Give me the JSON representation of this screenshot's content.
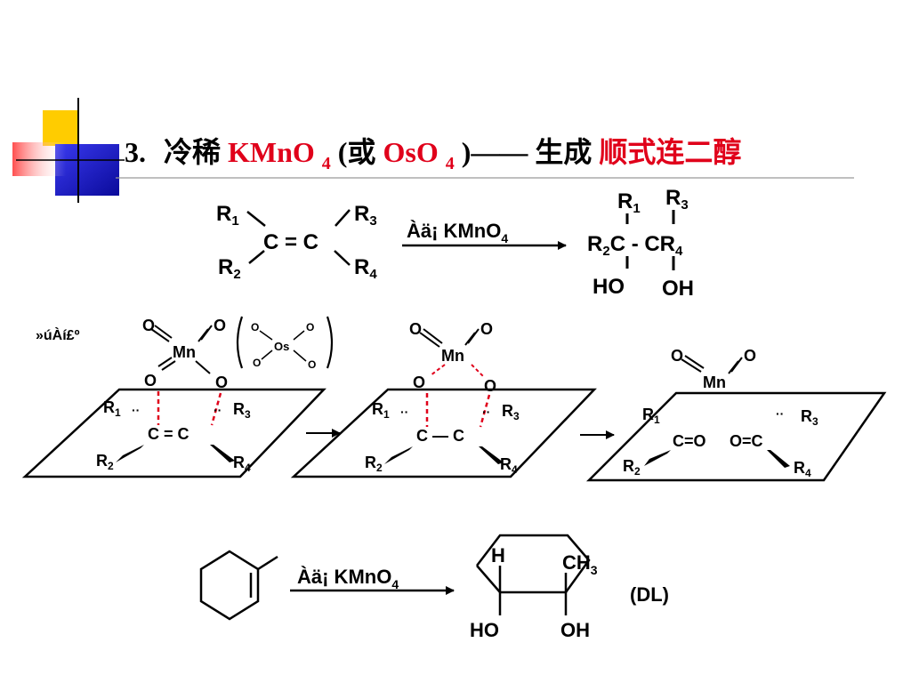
{
  "title": {
    "number": "3.",
    "prefix": "冷稀",
    "reagent": "KMnO",
    "reagent_sub": "4",
    "paren_open": "(或",
    "reagent2": "OsO",
    "reagent2_sub": "4",
    "paren_close": ")——",
    "verb": "生成",
    "product": "顺式连二醇"
  },
  "colors": {
    "accent_red": "#e0001a",
    "yellow": "#ffcc00",
    "blue": "#2a2ae0",
    "bond_red": "#e0001a"
  },
  "reaction1": {
    "reactant": {
      "r1": "R",
      "r2": "R",
      "r3": "R",
      "r4": "R",
      "s1": "1",
      "s2": "2",
      "s3": "3",
      "s4": "4",
      "core": "C = C"
    },
    "arrow_label": "Àä¡  KMnO",
    "arrow_label_sub": "4",
    "product": {
      "top_r1": "R",
      "top_r1_sub": "1",
      "top_r3": "R",
      "top_r3_sub": "3",
      "left": "R",
      "left_sub": "2",
      "mid": "C - CR",
      "mid_sub": "4",
      "ho": "HO",
      "oh": "OH"
    }
  },
  "mechanism": {
    "label": "»úÀí£º",
    "mn": "Mn",
    "os": "Os",
    "o": "O",
    "core1": "C = C",
    "core2": "C — C",
    "carbonyl_left": "C=O",
    "carbonyl_right": "O=C"
  },
  "reaction2": {
    "arrow_label": "Àä¡  KMnO",
    "arrow_label_sub": "4",
    "h": "H",
    "ch3": "CH",
    "ch3_sub": "3",
    "ho": "HO",
    "oh": "OH",
    "stereo": "(DL)"
  }
}
